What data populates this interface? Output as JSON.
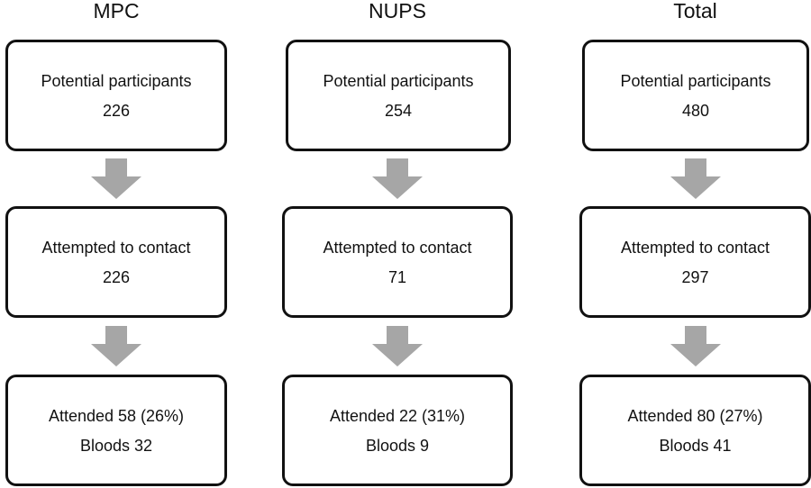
{
  "columns": [
    {
      "title": "MPC",
      "boxes": [
        {
          "line1": "Potential participants",
          "line2": "226"
        },
        {
          "line1": "Attempted to contact",
          "line2": "226"
        },
        {
          "line1": "Attended 58 (26%)",
          "line2": "Bloods 32"
        }
      ]
    },
    {
      "title": "NUPS",
      "boxes": [
        {
          "line1": "Potential participants",
          "line2": "254"
        },
        {
          "line1": "Attempted to contact",
          "line2": "71"
        },
        {
          "line1": "Attended 22 (31%)",
          "line2": "Bloods 9"
        }
      ]
    },
    {
      "title": "Total",
      "boxes": [
        {
          "line1": "Potential participants",
          "line2": "480"
        },
        {
          "line1": "Attempted to contact",
          "line2": "297"
        },
        {
          "line1": "Attended 80 (27%)",
          "line2": "Bloods 41"
        }
      ]
    }
  ],
  "colors": {
    "arrow": "#a6a6a6",
    "border": "#111111"
  }
}
